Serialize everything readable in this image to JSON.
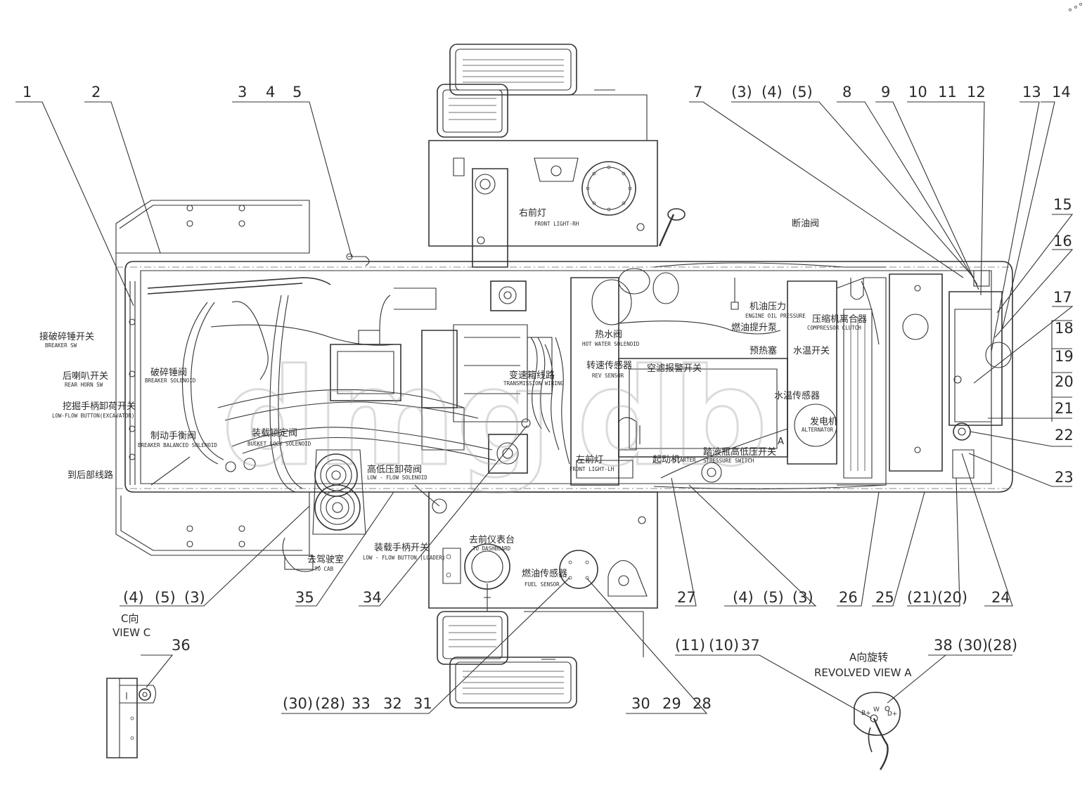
{
  "watermark": "dmg",
  "callouts_top": [
    "1",
    "2",
    "3",
    "4",
    "5",
    "7",
    "(3)",
    "(4)",
    "(5)",
    "8",
    "9",
    "10",
    "11",
    "12",
    "13",
    "14"
  ],
  "callouts_right": [
    "15",
    "16",
    "17",
    "18",
    "19",
    "20",
    "21",
    "22",
    "23"
  ],
  "callouts_bottom": [
    "(4)",
    "(5)",
    "(3)",
    "35",
    "34",
    "27",
    "(4)",
    "(5)",
    "(3)",
    "26",
    "25",
    "(21)",
    "(20)",
    "24"
  ],
  "callouts_lower": [
    "(30)",
    "(28)",
    "33",
    "32",
    "31",
    "30",
    "29",
    "28",
    "(11)",
    "(10)",
    "37",
    "38",
    "(30)",
    "(28)",
    "36"
  ],
  "labels": {
    "breaker_sw_cn": "接破碎锤开关",
    "breaker_sw_en": "BREAKER SW",
    "rear_horn_cn": "后喇叭开关",
    "rear_horn_en": "REAR HORN SW",
    "lowflow_exc_cn": "挖掘手柄卸荷开关",
    "lowflow_exc_en": "LOW-FLOW BUTTON(EXCAVATOR)",
    "breaker_sol_cn": "破碎锤阀",
    "breaker_sol_en": "BREAKER SOLENOID",
    "brake_bal_cn": "制动手衡阀",
    "brake_bal_en": "BREAKER BALANCED SOLENOID",
    "bucket_lock_cn": "装载锁定阀",
    "bucket_lock_en": "BUCKET LOCK SOLENOID",
    "to_rear_cn": "到后部线路",
    "front_light_rh_cn": "右前灯",
    "front_light_rh_en": "FRONT LIGHT-RH",
    "transmission_cn": "变速箱线路",
    "transmission_en": "TRANSMISSION WIRING",
    "low_flow_sol_cn": "高低压卸荷阀",
    "low_flow_sol_en": "LOW - FLOW SOLENOID",
    "hot_water_cn": "热水阀",
    "hot_water_en": "HOT WATER SOLENOID",
    "rev_sensor_cn": "转速传感器",
    "rev_sensor_en": "REV SENSOR",
    "ac_switch_cn": "空滤报警开关",
    "engine_oil_cn": "机油压力",
    "engine_oil_en": "ENGINE OIL PRESSURE",
    "fuel_pump_cn": "燃油提升泵",
    "preheat_cn": "预热塞",
    "cut_off_cn": "断油阀",
    "comp_clutch_cn": "压缩机离合器",
    "comp_clutch_en": "COMPRESSOR CLUTCH",
    "water_temp_sw_cn": "水温开关",
    "water_temp_sensor_cn": "水温传感器",
    "alternator_cn": "发电机",
    "alternator_en": "ALTERNATOR",
    "starter_cn": "起动机",
    "starter_en": "STARTER",
    "stressure_cn": "踏液瓶高低压开关",
    "stressure_en": "STRESSURE SWITCH",
    "front_light_lh_cn": "左前灯",
    "front_light_lh_en": "FRONT LIGHT-LH",
    "to_cab_cn": "去驾驶室",
    "to_cab_en": "TO CAB",
    "lowflow_loader_cn": "装载手柄开关",
    "lowflow_loader_en": "LOW - FLOW BUTTON (LOADER)",
    "to_dashboard_cn": "去前仪表台",
    "to_dashboard_en": "TO DASHBOARD",
    "fuel_sensor_cn": "燃油传感器",
    "fuel_sensor_en": "FUEL SENSOR",
    "view_a_marker": "A",
    "view_c_cn": "C向",
    "view_c_en": "VIEW C",
    "view_a_cn": "A向旋转",
    "view_a_en": "REVOLVED VIEW A",
    "term_b": "B+",
    "term_w": "W",
    "term_d": "D+"
  }
}
